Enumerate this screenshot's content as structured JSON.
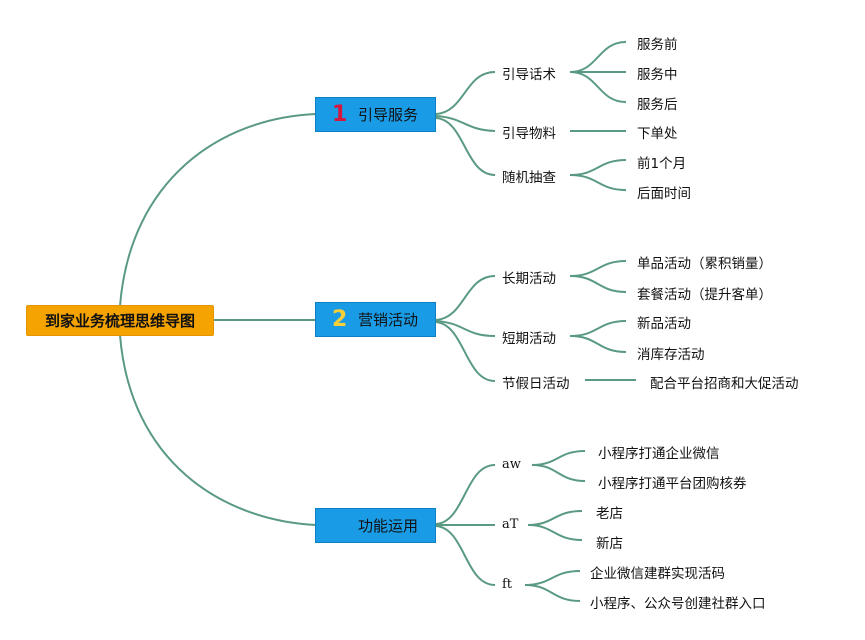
{
  "root": "到家业务梳理思维导图",
  "branches": [
    {
      "num": "1",
      "label": "引导服务",
      "children": [
        {
          "label": "引导话术",
          "leaves": [
            "服务前",
            "服务中",
            "服务后"
          ]
        },
        {
          "label": "引导物料",
          "leaves": [
            "下单处"
          ]
        },
        {
          "label": "随机抽查",
          "leaves": [
            "前1个月",
            "后面时间"
          ]
        }
      ]
    },
    {
      "num": "2",
      "label": "营销活动",
      "children": [
        {
          "label": "长期活动",
          "leaves": [
            "单品活动（累积销量）",
            "套餐活动（提升客单）"
          ]
        },
        {
          "label": "短期活动",
          "leaves": [
            "新品活动",
            "消库存活动"
          ]
        },
        {
          "label": "节假日活动",
          "leaves": [
            "配合平台招商和大促活动"
          ]
        }
      ]
    },
    {
      "num": "",
      "label": "功能运用",
      "children": [
        {
          "label": "aw",
          "leaves": [
            "小程序打通企业微信",
            "小程序打通平台团购核券"
          ]
        },
        {
          "label": "aT",
          "leaves": [
            "老店",
            "新店"
          ]
        },
        {
          "label": "ft",
          "leaves": [
            "企业微信建群实现活码",
            "小程序、公众号创建社群入口"
          ]
        }
      ]
    }
  ],
  "colors": {
    "line": "#5a9a82",
    "root": "#f5a300",
    "branch": "#1a9be6",
    "num1": "#d3173d",
    "num2": "#f7d038"
  }
}
